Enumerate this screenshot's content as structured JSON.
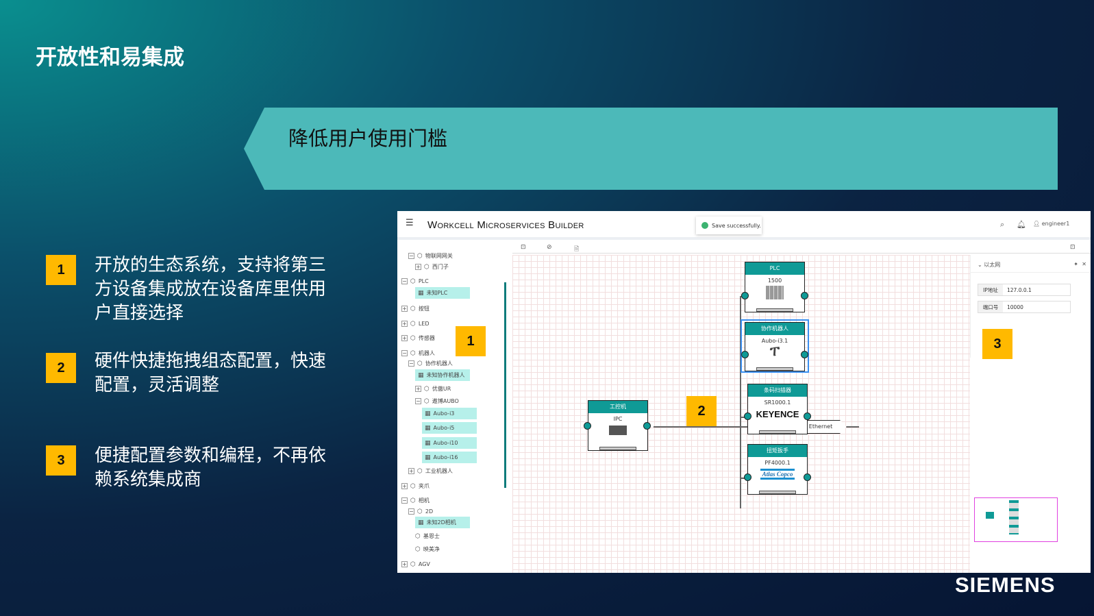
{
  "slide": {
    "title": "开放性和易集成",
    "banner": "降低用户使用门槛",
    "brand": "SIEMENS",
    "points": [
      {
        "num": "1",
        "text": "开放的生态系统，支持将第三方设备集成放在设备库里供用户直接选择"
      },
      {
        "num": "2",
        "text": "硬件快捷拖拽组态配置，快速配置，灵活调整"
      },
      {
        "num": "3",
        "text": "便捷配置参数和编程，不再依赖系统集成商"
      }
    ]
  },
  "app": {
    "name": "Workcell Microservices Builder",
    "toast": "Save successfully.",
    "user": "engineer1",
    "tree": [
      {
        "label": "物联网网关",
        "level": 2,
        "toggle": "−"
      },
      {
        "label": "西门子",
        "level": 3,
        "toggle": "+"
      },
      {
        "label": "PLC",
        "level": 1,
        "toggle": "−"
      },
      {
        "label": "未知PLC",
        "level": 2,
        "leaf": true
      },
      {
        "label": "按钮",
        "level": 1,
        "toggle": "+"
      },
      {
        "label": "LED",
        "level": 1,
        "toggle": "+"
      },
      {
        "label": "传感器",
        "level": 1,
        "toggle": "+"
      },
      {
        "label": "机器人",
        "level": 1,
        "toggle": "−"
      },
      {
        "label": "协作机器人",
        "level": 2,
        "toggle": "−"
      },
      {
        "label": "未知协作机器人",
        "level": 2,
        "leaf": true
      },
      {
        "label": "优傲UR",
        "level": 3,
        "toggle": "+"
      },
      {
        "label": "遨博AUBO",
        "level": 3,
        "toggle": "−"
      },
      {
        "label": "Aubo-i3",
        "level": 3,
        "leaf": true
      },
      {
        "label": "Aubo-i5",
        "level": 3,
        "leaf": true
      },
      {
        "label": "Aubo-i10",
        "level": 3,
        "leaf": true
      },
      {
        "label": "Aubo-i16",
        "level": 3,
        "leaf": true
      },
      {
        "label": "工业机器人",
        "level": 2,
        "toggle": "+"
      },
      {
        "label": "夹爪",
        "level": 1,
        "toggle": "+"
      },
      {
        "label": "相机",
        "level": 1,
        "toggle": "−"
      },
      {
        "label": "2D",
        "level": 2,
        "toggle": "−"
      },
      {
        "label": "未知2D相机",
        "level": 2,
        "leaf": true
      },
      {
        "label": "基恩士",
        "level": 3
      },
      {
        "label": "映美净",
        "level": 3
      },
      {
        "label": "AGV",
        "level": 1,
        "toggle": "+"
      }
    ],
    "nodes": {
      "ipc": {
        "title": "工控机",
        "model": "IPC"
      },
      "plc": {
        "title": "PLC",
        "model": "1500"
      },
      "robot": {
        "title": "协作机器人",
        "model": "Aubo-i3.1"
      },
      "scanner": {
        "title": "条码扫描器",
        "model": "SR1000.1",
        "logo": "KEYENCE"
      },
      "wrench": {
        "title": "扭矩扳手",
        "model": "PF4000.1",
        "logo": "Atlas Copco"
      }
    },
    "network": "Ethernet",
    "props": {
      "title": "以太网",
      "rows": [
        {
          "label": "IP地址",
          "value": "127.0.0.1"
        },
        {
          "label": "端口号",
          "value": "10000"
        }
      ]
    },
    "callouts": [
      "1",
      "2",
      "3"
    ]
  }
}
